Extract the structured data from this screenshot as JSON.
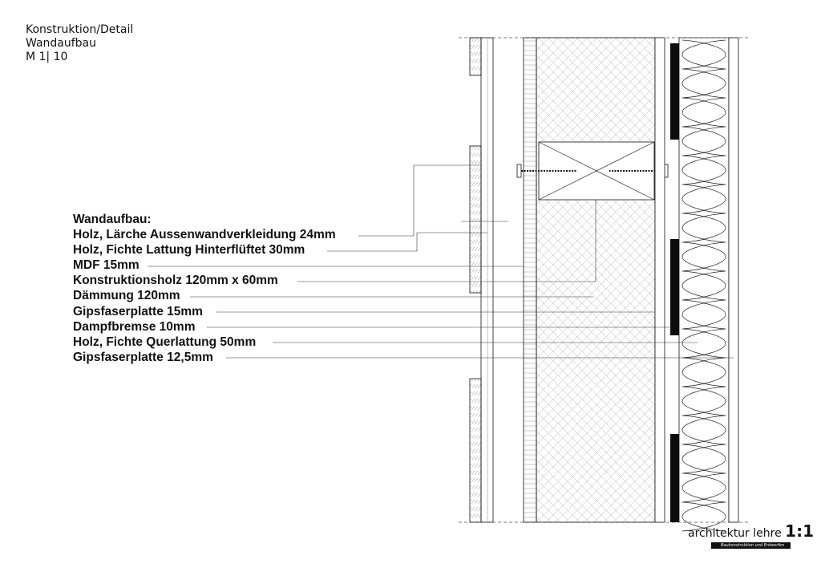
{
  "header": {
    "line1": "Konstruktion/Detail",
    "line2": "Wandaufbau",
    "line3": "M 1| 10"
  },
  "legend": {
    "title": "Wandaufbau:",
    "items": [
      "Holz, Lärche Aussenwandverkleidung 24mm",
      "Holz, Fichte Lattung Hinterflüftet 30mm",
      "MDF 15mm",
      "Konstruktionsholz 120mm x 60mm",
      "Dämmung 120mm",
      "Gipsfaserplatte 15mm",
      "Dampfbremse 10mm",
      "Holz, Fichte Querlattung 50mm",
      "Gipsfaserplatte 12,5mm"
    ]
  },
  "brand": {
    "text": "architektur lehre",
    "scale": "1:1",
    "subtitle": "Baukonstruktion und Entwerfen"
  },
  "colors": {
    "ink": "#111111",
    "hatch": "#9a9a9a"
  }
}
